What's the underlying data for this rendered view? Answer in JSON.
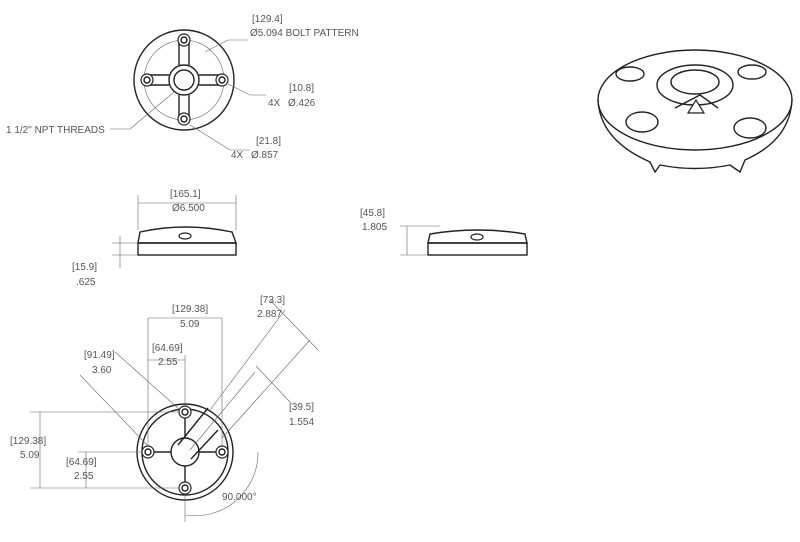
{
  "top_view": {
    "bolt_pattern": {
      "metric": "[129.4]",
      "imperial": "Ø5.094 BOLT PATTERN"
    },
    "small_holes": {
      "metric": "[10.8]",
      "count": "4X",
      "imperial": "Ø.426"
    },
    "large_holes": {
      "metric": "[21.8]",
      "count": "4X",
      "imperial": "Ø.857"
    },
    "thread_note": "1 1/2\" NPT THREADS"
  },
  "front_view": {
    "diameter": {
      "metric": "[165.1]",
      "imperial": "Ø6.500"
    },
    "base_height": {
      "metric": "[15.9]",
      "imperial": ".625"
    }
  },
  "side_view": {
    "height": {
      "metric": "[45.8]",
      "imperial": "1.805"
    }
  },
  "bottom_view": {
    "width_total": {
      "metric": "[129.38]",
      "imperial": "5.09"
    },
    "width_half": {
      "metric": "[64.69]",
      "imperial": "2.55"
    },
    "diag_91": {
      "metric": "[91.49]",
      "imperial": "3.60"
    },
    "diag_73": {
      "metric": "[73.3]",
      "imperial": "2.887"
    },
    "diag_39": {
      "metric": "[39.5]",
      "imperial": "1.554"
    },
    "height_total": {
      "metric": "[129.38]",
      "imperial": "5.09"
    },
    "height_half": {
      "metric": "[64.69]",
      "imperial": "2.55"
    },
    "angle": "90.000°"
  }
}
